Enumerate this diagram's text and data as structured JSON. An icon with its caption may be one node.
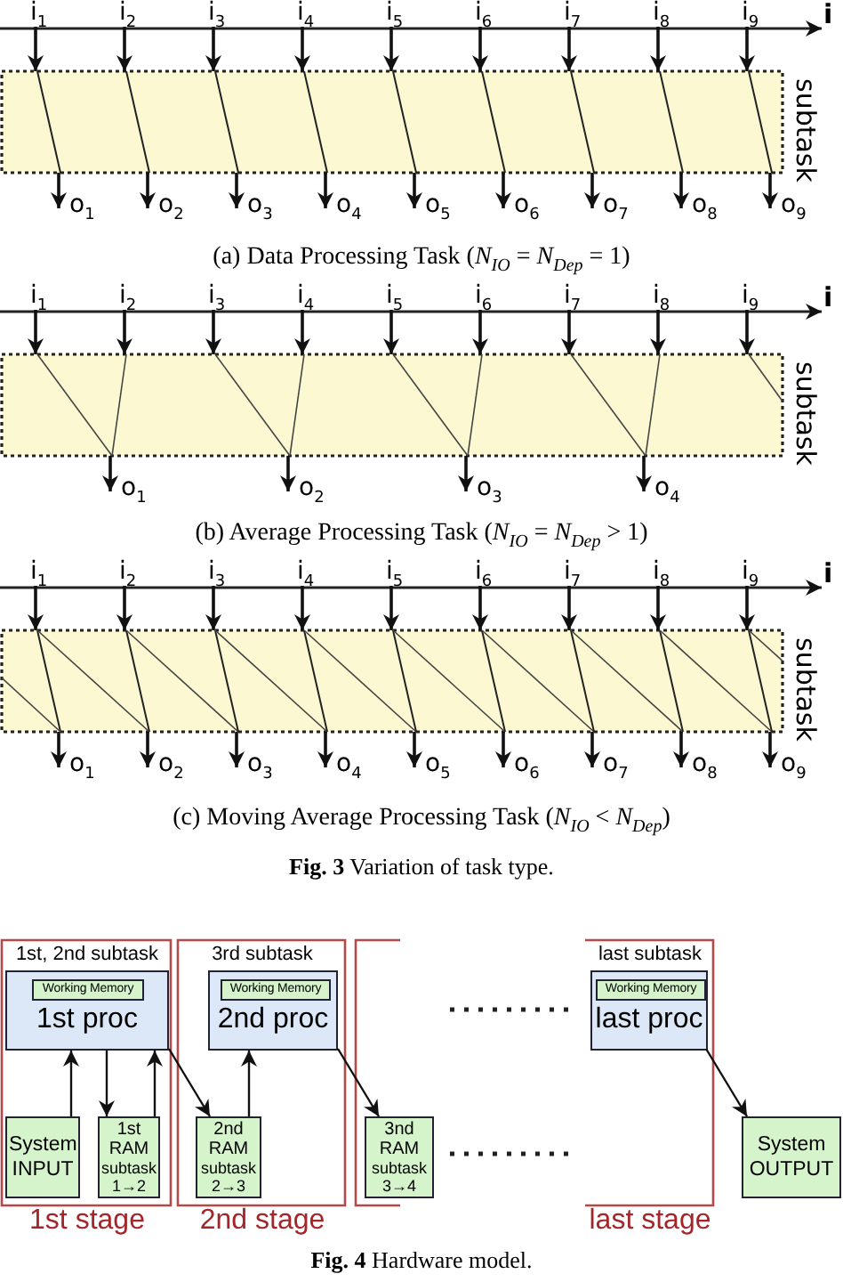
{
  "diagram": {
    "nodes": [
      {
        "text": [
          "i$_{1}$"
        ]
      },
      {
        "text": [
          "i$_{2}$"
        ]
      },
      {
        "text": [
          "i$_{3}$"
        ]
      },
      {
        "text": [
          "i$_{4}$"
        ]
      },
      {
        "text": [
          "i$_{5}$"
        ]
      },
      {
        "text": [
          "i$_{6}$"
        ]
      },
      {
        "text": [
          "i$_{7}$"
        ]
      },
      {
        "text": [
          "i$_{8}$"
        ]
      },
      {
        "text": [
          "i$_{9}$"
        ]
      },
      {
        "text": [
          "subtask"
        ]
      },
      {
        "text": [
          "o$_{1}$"
        ]
      },
      {
        "text": [
          "o$_{2}$"
        ]
      },
      {
        "text": [
          "o$_{3}$"
        ]
      },
      {
        "text": [
          "o$_{4}$"
        ]
      },
      {
        "text": [
          "o$_{5}$"
        ]
      },
      {
        "text": [
          "o$_{6}$"
        ]
      },
      {
        "text": [
          "o$_{7}$"
        ]
      },
      {
        "text": [
          "o$_{8}$"
        ]
      },
      {
        "text": [
          "o$_{9}$"
        ]
      },
      {
        "text": [
          "i$_{1}$"
        ]
      },
      {
        "text": [
          "i$_{2}$"
        ]
      },
      {
        "text": [
          "i$_{3}$"
        ]
      },
      {
        "text": [
          "i$_{4}$"
        ]
      },
      {
        "text": [
          "i$_{5}$"
        ]
      },
      {
        "text": [
          "i$_{6}$"
        ]
      },
      {
        "text": [
          "i$_{7}$"
        ]
      },
      {
        "text": [
          "i$_{8}$"
        ]
      },
      {
        "text": [
          "i$_{9}$"
        ]
      },
      {
        "text": [
          "subtask"
        ]
      },
      {
        "text": [
          "o$_{1}$"
        ]
      },
      {
        "text": [
          "o$_{2}$"
        ]
      },
      {
        "text": [
          "o$_{3}$"
        ]
      },
      {
        "text": [
          "o$_{4}$"
        ]
      },
      {
        "text": [
          "i$_{1}$"
        ]
      },
      {
        "text": [
          "i$_{2}$"
        ]
      },
      {
        "text": [
          "i$_{3}$"
        ]
      },
      {
        "text": [
          "i$_{4}$"
        ]
      },
      {
        "text": [
          "i$_{5}$"
        ]
      },
      {
        "text": [
          "i$_{6}$"
        ]
      },
      {
        "text": [
          "i$_{7}$"
        ]
      },
      {
        "text": [
          "i$_{8}$"
        ]
      },
      {
        "text": [
          "i$_{9}$"
        ]
      },
      {
        "text": [
          "subtask"
        ]
      },
      {
        "text": [
          "o$_{1}$"
        ]
      },
      {
        "text": [
          "o$_{2}$"
        ]
      },
      {
        "text": [
          "o$_{3}$"
        ]
      },
      {
        "text": [
          "o$_{4}$"
        ]
      },
      {
        "text": [
          "o$_{5}$"
        ]
      },
      {
        "text": [
          "o$_{6}$"
        ]
      },
      {
        "text": [
          "o$_{7}$"
        ]
      },
      {
        "text": [
          "o$_{8}$"
        ]
      },
      {
        "text": [
          "o$_{9}$"
        ]
      },
      {
        "text": [
          "1st, 2nd subtask",
          "1st stage"
        ]
      },
      {
        "text": [
          "1st proc"
        ],
        "in": 52
      },
      {
        "text": [
          "Working Memory"
        ],
        "in": 53
      },
      {
        "text": [
          "System INPUT"
        ],
        "in": 52
      },
      {
        "text": [
          "1st RAM",
          "subtask 1→2"
        ],
        "in": 52
      },
      {
        "text": [
          "3rd subtask",
          "2nd stage"
        ]
      },
      {
        "text": [
          "2nd proc"
        ],
        "in": 57
      },
      {
        "text": [
          "Working Memory"
        ],
        "in": 58
      },
      {
        "text": [
          "2nd RAM",
          "subtask 2→3"
        ],
        "in": 57
      },
      {
        "text": [],
        "shape": "box"
      },
      {
        "text": [
          "3nd RAM",
          "subtask 3→4"
        ],
        "in": 61
      },
      {
        "text": [
          "last subtask",
          "last stage"
        ]
      },
      {
        "text": [
          "last proc"
        ],
        "in": 63
      },
      {
        "text": [
          "Working Memory"
        ],
        "in": 64
      },
      {
        "text": [
          "System OUTPUT"
        ]
      }
    ],
    "edges": [
      {
        "from": 0,
        "to": 9,
        "arrow": "to"
      },
      {
        "from": 1,
        "to": 9,
        "arrow": "to"
      },
      {
        "from": 2,
        "to": 9,
        "arrow": "to"
      },
      {
        "from": 3,
        "to": 9,
        "arrow": "to"
      },
      {
        "from": 4,
        "to": 9,
        "arrow": "to"
      },
      {
        "from": 5,
        "to": 9,
        "arrow": "to"
      },
      {
        "from": 6,
        "to": 9,
        "arrow": "to"
      },
      {
        "from": 7,
        "to": 9,
        "arrow": "to"
      },
      {
        "from": 8,
        "to": 9,
        "arrow": "to"
      },
      {
        "from": 9,
        "to": 10,
        "arrow": "to"
      },
      {
        "from": 9,
        "to": 11,
        "arrow": "to"
      },
      {
        "from": 9,
        "to": 12,
        "arrow": "to"
      },
      {
        "from": 9,
        "to": 13,
        "arrow": "to"
      },
      {
        "from": 9,
        "to": 14,
        "arrow": "to"
      },
      {
        "from": 9,
        "to": 15,
        "arrow": "to"
      },
      {
        "from": 9,
        "to": 16,
        "arrow": "to"
      },
      {
        "from": 9,
        "to": 17,
        "arrow": "to"
      },
      {
        "from": 9,
        "to": 18,
        "arrow": "to"
      },
      {
        "from": 19,
        "to": 28,
        "arrow": "to"
      },
      {
        "from": 20,
        "to": 28,
        "arrow": "to"
      },
      {
        "from": 21,
        "to": 28,
        "arrow": "to"
      },
      {
        "from": 22,
        "to": 28,
        "arrow": "to"
      },
      {
        "from": 23,
        "to": 28,
        "arrow": "to"
      },
      {
        "from": 24,
        "to": 28,
        "arrow": "to"
      },
      {
        "from": 25,
        "to": 28,
        "arrow": "to"
      },
      {
        "from": 26,
        "to": 28,
        "arrow": "to"
      },
      {
        "from": 27,
        "to": 28,
        "arrow": "to"
      },
      {
        "from": 28,
        "to": 29,
        "arrow": "to"
      },
      {
        "from": 28,
        "to": 30,
        "arrow": "to"
      },
      {
        "from": 28,
        "to": 31,
        "arrow": "to"
      },
      {
        "from": 28,
        "to": 32,
        "arrow": "to"
      },
      {
        "from": 33,
        "to": 42,
        "arrow": "to"
      },
      {
        "from": 34,
        "to": 42,
        "arrow": "to"
      },
      {
        "from": 35,
        "to": 42,
        "arrow": "to"
      },
      {
        "from": 36,
        "to": 42,
        "arrow": "to"
      },
      {
        "from": 37,
        "to": 42,
        "arrow": "to"
      },
      {
        "from": 38,
        "to": 42,
        "arrow": "to"
      },
      {
        "from": 39,
        "to": 42,
        "arrow": "to"
      },
      {
        "from": 40,
        "to": 42,
        "arrow": "to"
      },
      {
        "from": 41,
        "to": 42,
        "arrow": "to"
      },
      {
        "from": 42,
        "to": 43,
        "arrow": "to"
      },
      {
        "from": 42,
        "to": 44,
        "arrow": "to"
      },
      {
        "from": 42,
        "to": 45,
        "arrow": "to"
      },
      {
        "from": 42,
        "to": 46,
        "arrow": "to"
      },
      {
        "from": 42,
        "to": 47,
        "arrow": "to"
      },
      {
        "from": 42,
        "to": 48,
        "arrow": "to"
      },
      {
        "from": 42,
        "to": 49,
        "arrow": "to"
      },
      {
        "from": 42,
        "to": 50,
        "arrow": "to"
      },
      {
        "from": 42,
        "to": 51,
        "arrow": "to"
      },
      {
        "from": 55,
        "to": 53,
        "arrow": "to"
      },
      {
        "from": 53,
        "to": 56,
        "arrow": "to"
      },
      {
        "from": 56,
        "to": 53,
        "arrow": "to"
      },
      {
        "from": 53,
        "to": 60,
        "arrow": "to"
      },
      {
        "from": 60,
        "to": 58,
        "arrow": "to"
      },
      {
        "from": 58,
        "to": 62,
        "arrow": "to"
      },
      {
        "from": 64,
        "to": 66,
        "arrow": "to"
      }
    ],
    "labels": [
      "i",
      "(a) Data Processing Task (*N*$_{IO}$ = *N*$_{Dep}$ = 1)",
      "i",
      "(b) Average Processing Task (*N*$_{IO}$ = *N*$_{Dep}$ > 1)",
      "i",
      "(c) Moving Average Processing Task (*N*$_{IO}$ < *N*$_{Dep}$)",
      "**Fig. 3** Variation of task type.",
      "**Fig. 4** Hardware model."
    ]
  }
}
